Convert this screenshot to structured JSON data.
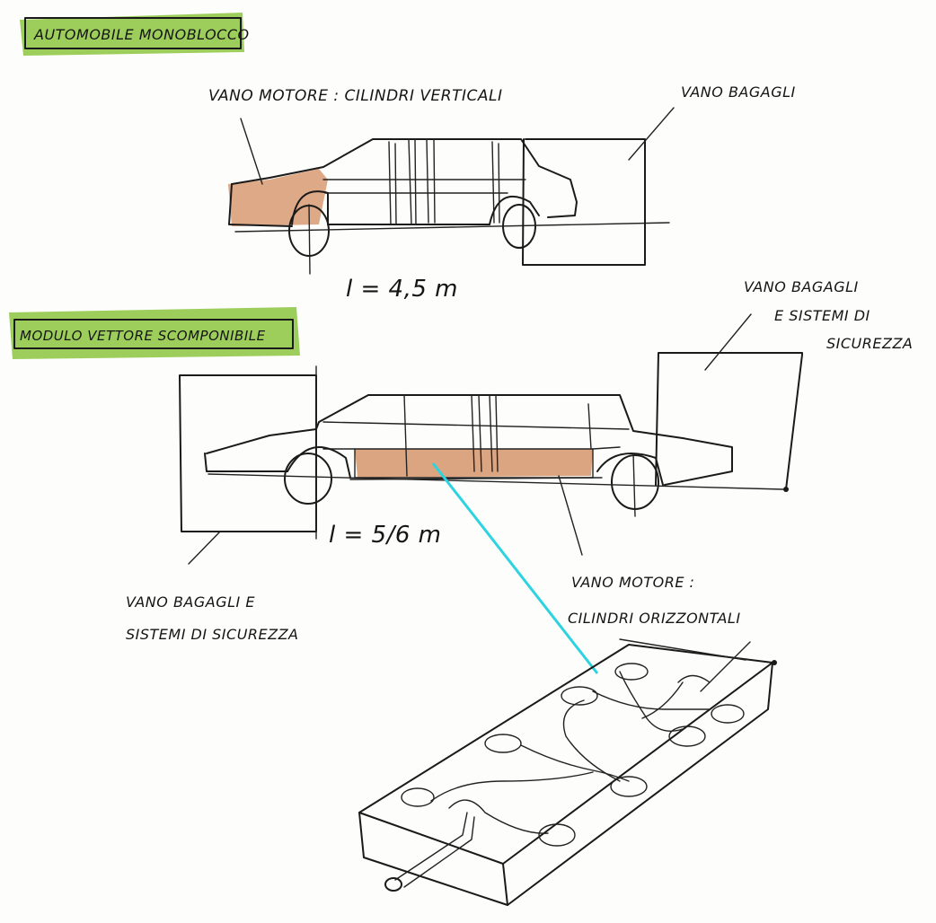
{
  "sections": {
    "monoblock": {
      "title": "AUTOMOBILE MONOBLOCCO",
      "engine_label": "VANO MOTORE : CILINDRI VERTICALI",
      "trunk_label": "VANO BAGAGLI",
      "length_label": "l = 4,5 m"
    },
    "modular": {
      "title": "MODULO VETTORE SCOMPONIBILE",
      "trunk_front_label_line1": "VANO BAGAGLI",
      "trunk_front_label_line2": "E SISTEMI DI",
      "trunk_front_label_line3": "SICUREZZA",
      "trunk_rear_label_line1": "VANO BAGAGLI E",
      "trunk_rear_label_line2": "SISTEMI DI SICUREZZA",
      "engine_label_line1": "VANO MOTORE :",
      "engine_label_line2": "CILINDRI ORIZZONTALI",
      "length_label": "l = 5/6 m"
    }
  },
  "colors": {
    "title_highlight": "#8cc63f",
    "engine_fill": "#d9a07a",
    "callout_line": "#2ed3e0",
    "ink": "#1a1a1a"
  }
}
